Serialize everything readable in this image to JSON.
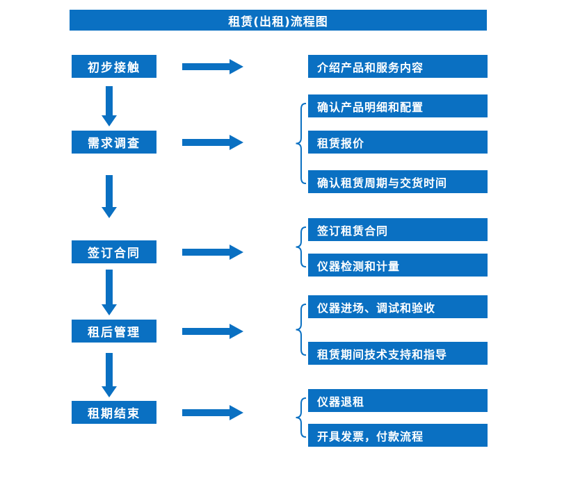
{
  "title": "租赁(出租)流程图",
  "accent_color": "#0a70c2",
  "flow": [
    {
      "step": "初步接触",
      "items": [
        "介绍产品和服务内容"
      ]
    },
    {
      "step": "需求调查",
      "items": [
        "确认产品明细和配置",
        "租赁报价",
        "确认租赁周期与交货时间"
      ]
    },
    {
      "step": "签订合同",
      "items": [
        "签订租赁合同",
        "仪器检测和计量"
      ]
    },
    {
      "step": "租后管理",
      "items": [
        "仪器进场、调试和验收",
        "租赁期间技术支持和指导"
      ]
    },
    {
      "step": "租期结束",
      "items": [
        "仪器退租",
        "开具发票，付款流程"
      ]
    }
  ]
}
